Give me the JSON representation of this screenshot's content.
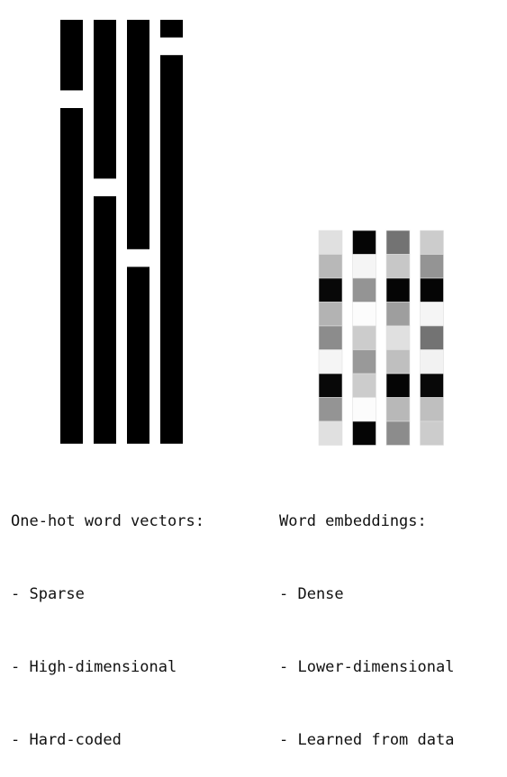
{
  "one_hot": {
    "vector_length": 24,
    "hot_indices": [
      4,
      9,
      13,
      1
    ],
    "colors": {
      "off": "#000000",
      "on": "#ffffff"
    },
    "caption": {
      "title": "One-hot word vectors:",
      "items": [
        "- Sparse",
        "- High-dimensional",
        "- Hard-coded"
      ]
    }
  },
  "embeddings": {
    "dimensions": 9,
    "values": [
      [
        0.88,
        0.02,
        0.45,
        0.8
      ],
      [
        0.72,
        0.96,
        0.78,
        0.58
      ],
      [
        0.03,
        0.58,
        0.02,
        0.02
      ],
      [
        0.7,
        0.99,
        0.62,
        0.96
      ],
      [
        0.55,
        0.8,
        0.88,
        0.45
      ],
      [
        0.96,
        0.6,
        0.75,
        0.95
      ],
      [
        0.03,
        0.8,
        0.02,
        0.03
      ],
      [
        0.58,
        0.99,
        0.72,
        0.75
      ],
      [
        0.88,
        0.02,
        0.55,
        0.8
      ]
    ],
    "caption": {
      "title": "Word embeddings:",
      "items": [
        "- Dense",
        "- Lower-dimensional",
        "- Learned from data"
      ]
    }
  }
}
